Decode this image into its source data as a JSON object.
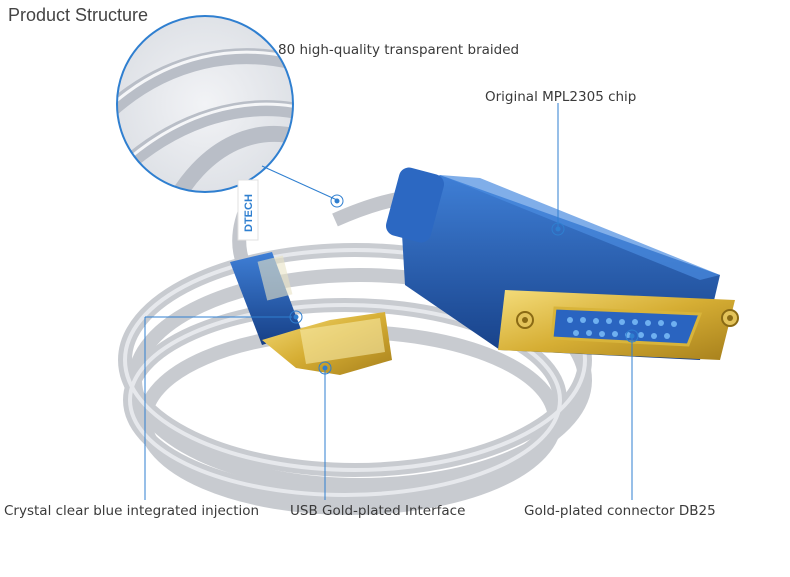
{
  "title": "Product Structure",
  "callouts": {
    "braided": "80 high-quality transparent braided",
    "chip": "Original MPL2305 chip",
    "injection": "Crystal clear blue integrated injection",
    "usb": "USB Gold-plated Interface",
    "db25": "Gold-plated connector DB25"
  },
  "brand_mark": "DTECH",
  "colors": {
    "callout_line": "#2f7fd0",
    "connector_blue": "#1f57a8",
    "gold": "#d8b43a",
    "cable": "#c9ccd2"
  }
}
